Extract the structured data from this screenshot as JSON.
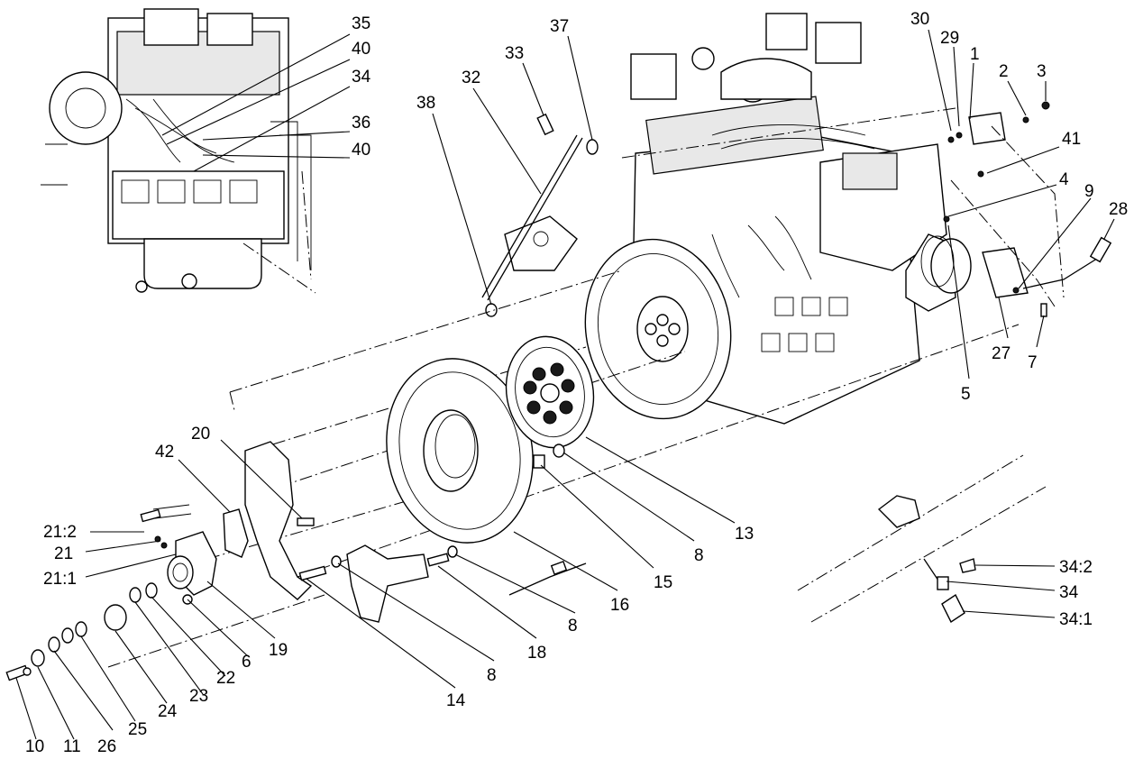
{
  "callouts": {
    "c1": "1",
    "c2": "2",
    "c3": "3",
    "c4": "4",
    "c5": "5",
    "c6": "6",
    "c7": "7",
    "c8a": "8",
    "c8b": "8",
    "c8c": "8",
    "c9": "9",
    "c10": "10",
    "c11": "11",
    "c13": "13",
    "c14": "14",
    "c15": "15",
    "c16": "16",
    "c18": "18",
    "c19": "19",
    "c20": "20",
    "c21": "21",
    "c21_1": "21:1",
    "c21_2": "21:2",
    "c22": "22",
    "c23": "23",
    "c24": "24",
    "c25": "25",
    "c26": "26",
    "c27": "27",
    "c28": "28",
    "c29": "29",
    "c30": "30",
    "c32": "32",
    "c33": "33",
    "c34a": "34",
    "c34b": "34",
    "c34_1": "34:1",
    "c34_2": "34:2",
    "c35": "35",
    "c36": "36",
    "c37": "37",
    "c38": "38",
    "c40a": "40",
    "c40b": "40",
    "c41": "41",
    "c42": "42"
  }
}
